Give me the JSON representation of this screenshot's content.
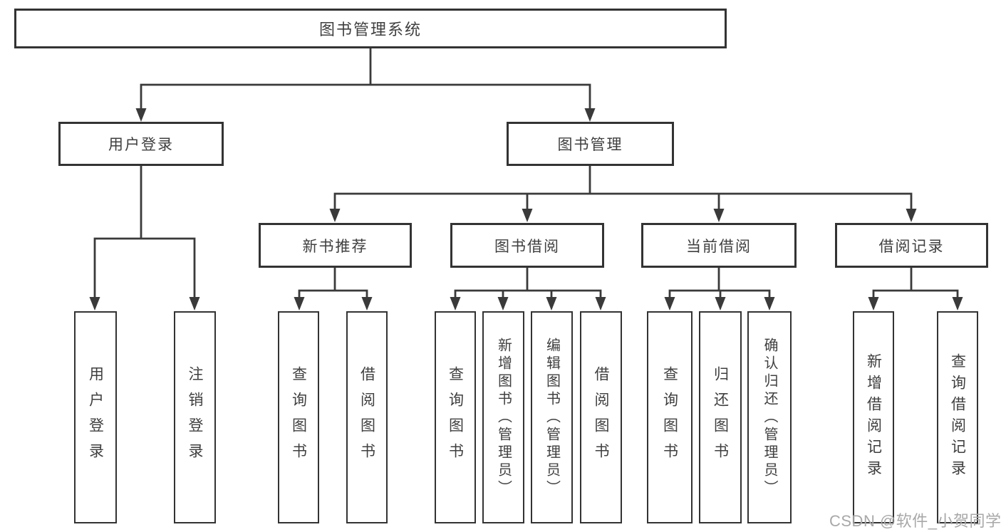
{
  "tree": {
    "root": {
      "label": "图书管理系统",
      "children": [
        {
          "label": "用户登录",
          "children": [
            {
              "label": "用户登录"
            },
            {
              "label": "注销登录"
            }
          ]
        },
        {
          "label": "图书管理",
          "children": [
            {
              "label": "新书推荐",
              "children": [
                {
                  "label": "查询图书"
                },
                {
                  "label": "借阅图书"
                }
              ]
            },
            {
              "label": "图书借阅",
              "children": [
                {
                  "label": "查询图书"
                },
                {
                  "label": "新增图书（管理员）"
                },
                {
                  "label": "编辑图书（管理员）"
                },
                {
                  "label": "借阅图书"
                }
              ]
            },
            {
              "label": "当前借阅",
              "children": [
                {
                  "label": "查询图书"
                },
                {
                  "label": "归还图书"
                },
                {
                  "label": "确认归还（管理员）"
                }
              ]
            },
            {
              "label": "借阅记录",
              "children": [
                {
                  "label": "新增借阅记录"
                },
                {
                  "label": "查询借阅记录"
                }
              ]
            }
          ]
        }
      ]
    }
  },
  "watermark": {
    "text": "CSDN @软件_小贺同学"
  },
  "colors": {
    "line": "#3a3a3a",
    "box_border": "#333333",
    "text": "#3f3f3f",
    "watermark": "#a8a8a8",
    "background": "#ffffff"
  }
}
